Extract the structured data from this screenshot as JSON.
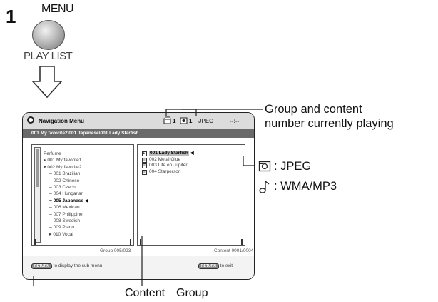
{
  "step": {
    "number": "1"
  },
  "remote": {
    "menu_label": "MENU",
    "playlist_label": "PLAY LIST"
  },
  "screen": {
    "title": "Navigation Menu",
    "status": {
      "group": "1",
      "content": "1",
      "type": "JPEG",
      "time": "--:--"
    },
    "path": "001 My favorite2\\001 Japanese\\001 Lady Starfish",
    "tree": [
      {
        "label": "Perfume",
        "mark": "",
        "sel": false
      },
      {
        "label": "001 My favorite1",
        "mark": "▸",
        "sel": false
      },
      {
        "label": "002 My favorite2",
        "mark": "▾",
        "sel": false
      },
      {
        "label": "001 Brazilian",
        "mark": "–",
        "sel": false
      },
      {
        "label": "002 Chinese",
        "mark": "–",
        "sel": false
      },
      {
        "label": "003 Czech",
        "mark": "–",
        "sel": false
      },
      {
        "label": "004 Hungarian",
        "mark": "–",
        "sel": false
      },
      {
        "label": "005 Japanese",
        "mark": "–",
        "sel": true
      },
      {
        "label": "006 Mexican",
        "mark": "–",
        "sel": false
      },
      {
        "label": "007 Philippine",
        "mark": "–",
        "sel": false
      },
      {
        "label": "008 Swedish",
        "mark": "–",
        "sel": false
      },
      {
        "label": "009 Piano",
        "mark": "–",
        "sel": false
      },
      {
        "label": "010 Vocal",
        "mark": "▸",
        "sel": false
      }
    ],
    "contents": [
      {
        "label": "001 Lady Starfish",
        "sel": true
      },
      {
        "label": "002 Metal Glue",
        "sel": false
      },
      {
        "label": "003 Life on Jupiter",
        "sel": false
      },
      {
        "label": "004 Starperson",
        "sel": false
      }
    ],
    "footer_group": "Group 005/023",
    "footer_content": "Content 0001/0004",
    "footer_hint_left_key": "RETURN",
    "footer_hint_left": "to display the sub menu",
    "footer_hint_right_key": "RETURN",
    "footer_hint_right": "to exit"
  },
  "callout": {
    "line1": "Group and content",
    "line2": "number currently playing"
  },
  "legend": {
    "jpeg": ": JPEG",
    "wma": ": WMA/MP3"
  },
  "labels": {
    "content": "Content",
    "group": "Group"
  },
  "colors": {
    "path_bar": "#6a6a6a",
    "header_bar": "#dcdcdc"
  }
}
